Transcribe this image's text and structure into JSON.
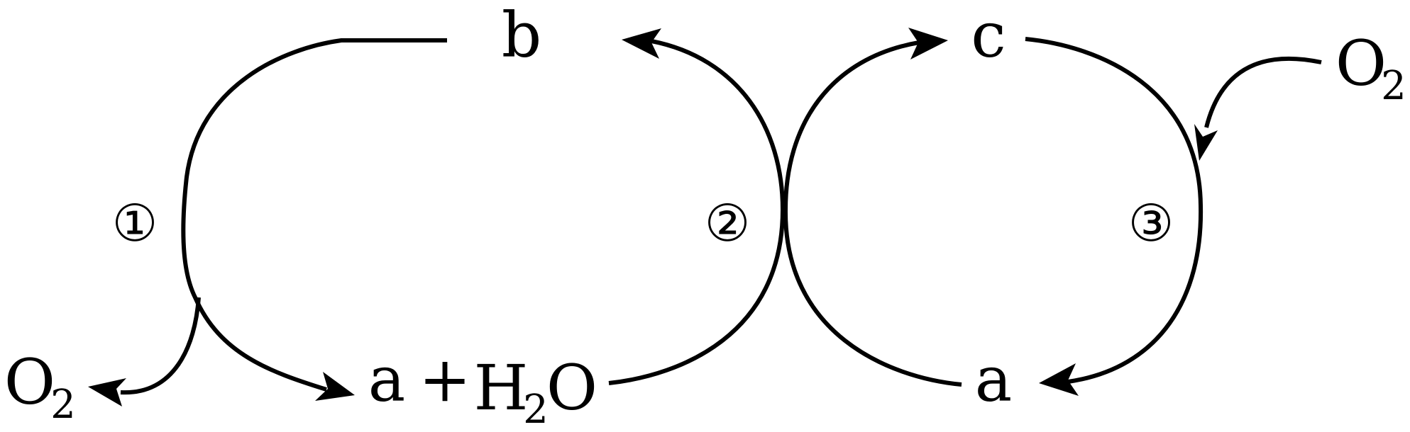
{
  "labels": {
    "b": "b",
    "c": "c",
    "a_top_right": "a",
    "a_bottom_left": "a",
    "plus": "+",
    "h": "H",
    "h_sub": "2",
    "o_water": "O",
    "o2_left": "O",
    "o2_left_sub": "2",
    "o2_right": "O",
    "o2_right_sub": "2"
  },
  "steps": [
    "①",
    "②",
    "③"
  ]
}
